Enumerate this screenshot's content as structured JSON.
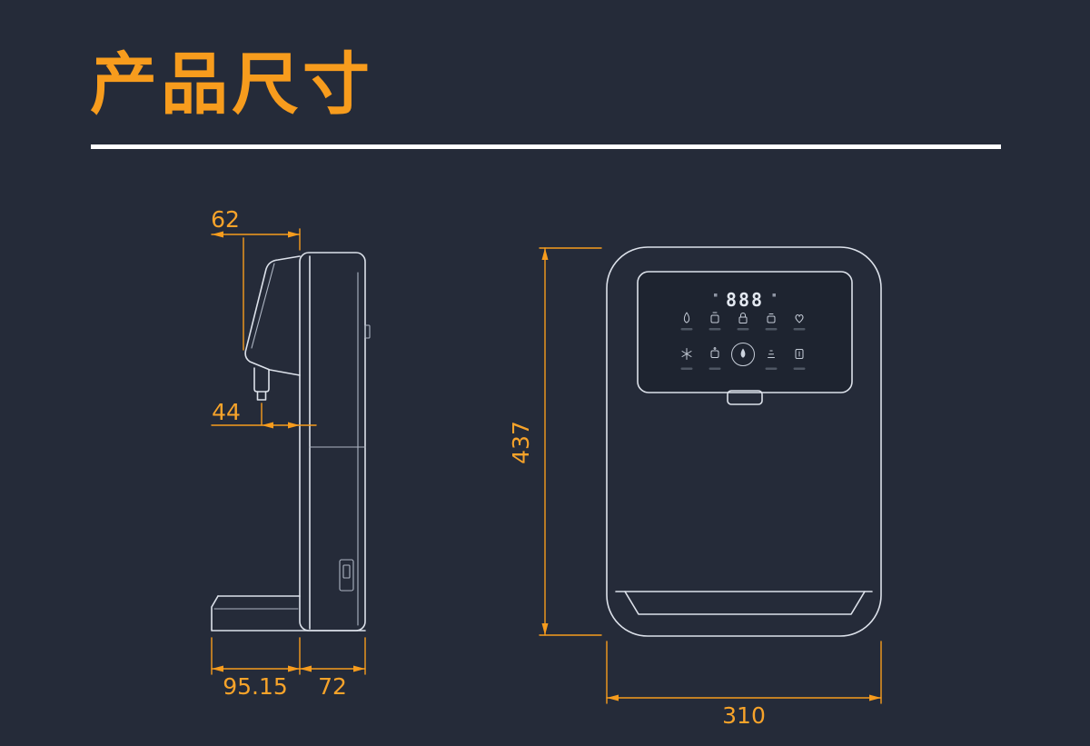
{
  "colors": {
    "background": "#252b39",
    "accent": "#f79c1d",
    "drawing_line": "#dce1ea",
    "divider": "#ffffff"
  },
  "header": {
    "title": "产品尺寸"
  },
  "side_view": {
    "dims": {
      "head_depth": "62",
      "spout_offset": "44",
      "base_depth": "95.15",
      "body_depth": "72"
    }
  },
  "front_view": {
    "dims": {
      "height": "437",
      "width": "310"
    },
    "display": {
      "digits": "888"
    }
  }
}
